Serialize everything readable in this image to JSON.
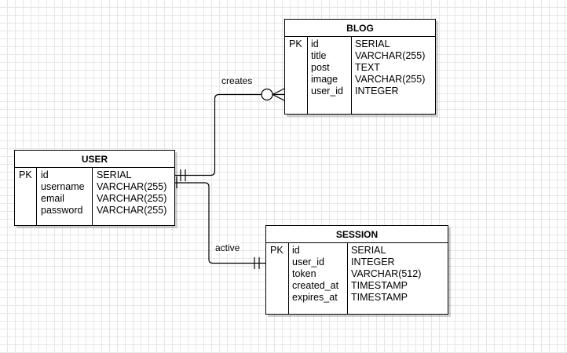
{
  "entities": {
    "blog": {
      "name": "BLOG",
      "key": "PK",
      "fields": [
        {
          "name": "id",
          "type": "SERIAL"
        },
        {
          "name": "title",
          "type": "VARCHAR(255)"
        },
        {
          "name": "post",
          "type": "TEXT"
        },
        {
          "name": "image",
          "type": "VARCHAR(255)"
        },
        {
          "name": "user_id",
          "type": "INTEGER"
        }
      ]
    },
    "user": {
      "name": "USER",
      "key": "PK",
      "fields": [
        {
          "name": "id",
          "type": "SERIAL"
        },
        {
          "name": "username",
          "type": "VARCHAR(255)"
        },
        {
          "name": "email",
          "type": "VARCHAR(255)"
        },
        {
          "name": "password",
          "type": "VARCHAR(255)"
        }
      ]
    },
    "session": {
      "name": "SESSION",
      "key": "PK",
      "fields": [
        {
          "name": "id",
          "type": "SERIAL"
        },
        {
          "name": "user_id",
          "type": "INTEGER"
        },
        {
          "name": "token",
          "type": "VARCHAR(512)"
        },
        {
          "name": "created_at",
          "type": "TIMESTAMP"
        },
        {
          "name": "expires_at",
          "type": "TIMESTAMP"
        }
      ]
    }
  },
  "relationships": {
    "creates": {
      "label": "creates",
      "from": "USER",
      "to": "BLOG",
      "cardinality": "one-to-zero-or-many"
    },
    "active": {
      "label": "active",
      "from": "USER",
      "to": "SESSION",
      "cardinality": "one-to-one"
    }
  }
}
